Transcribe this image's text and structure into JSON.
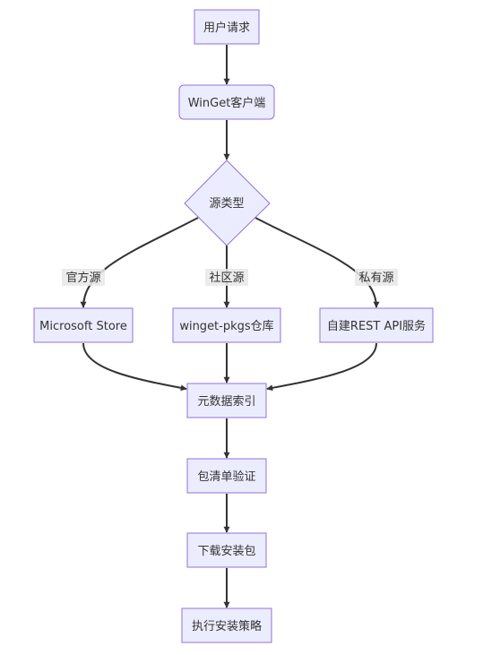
{
  "diagram": {
    "type": "flowchart",
    "colors": {
      "node_fill": "#ECECFF",
      "node_stroke": "#9370DB",
      "edge": "#333333",
      "text": "#333333",
      "edge_label_bg": "#e8e8e8"
    },
    "nodes": {
      "user_request": "用户请求",
      "winget_client": "WinGet客户端",
      "source_type": "源类型",
      "microsoft_store": "Microsoft Store",
      "winget_pkgs": "winget-pkgs仓库",
      "private_rest": "自建REST API服务",
      "metadata_index": "元数据索引",
      "manifest_validate": "包清单验证",
      "download_package": "下载安装包",
      "install_policy": "执行安装策略"
    },
    "edge_labels": {
      "official": "官方源",
      "community": "社区源",
      "private": "私有源"
    }
  }
}
